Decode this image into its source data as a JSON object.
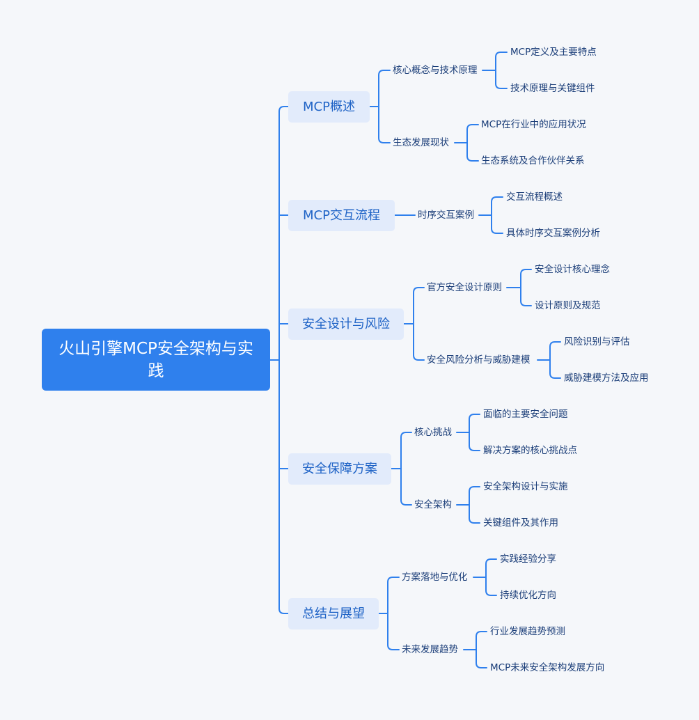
{
  "root": {
    "label": "火山引擎MCP安全架构与实践"
  },
  "branches": [
    {
      "label": "MCP概述",
      "children": [
        {
          "label": "核心概念与技术原理",
          "children": [
            "MCP定义及主要特点",
            "技术原理与关键组件"
          ]
        },
        {
          "label": "生态发展现状",
          "children": [
            "MCP在行业中的应用状况",
            "生态系统及合作伙伴关系"
          ]
        }
      ]
    },
    {
      "label": "MCP交互流程",
      "children": [
        {
          "label": "时序交互案例",
          "children": [
            "交互流程概述",
            "具体时序交互案例分析"
          ]
        }
      ]
    },
    {
      "label": "安全设计与风险",
      "children": [
        {
          "label": "官方安全设计原则",
          "children": [
            "安全设计核心理念",
            "设计原则及规范"
          ]
        },
        {
          "label": "安全风险分析与威胁建模",
          "children": [
            "风险识别与评估",
            "威胁建模方法及应用"
          ]
        }
      ]
    },
    {
      "label": "安全保障方案",
      "children": [
        {
          "label": "核心挑战",
          "children": [
            "面临的主要安全问题",
            "解决方案的核心挑战点"
          ]
        },
        {
          "label": "安全架构",
          "children": [
            "安全架构设计与实施",
            "关键组件及其作用"
          ]
        }
      ]
    },
    {
      "label": "总结与展望",
      "children": [
        {
          "label": "方案落地与优化",
          "children": [
            "实践经验分享",
            "持续优化方向"
          ]
        },
        {
          "label": "未来发展趋势",
          "children": [
            "行业发展趋势预测",
            "MCP未来安全架构发展方向"
          ]
        }
      ]
    }
  ],
  "colors": {
    "root_fill": "#2f80ed",
    "branch_fill": "#e2ebfb",
    "link": "#2f80ed",
    "background": "#f5f7fa"
  }
}
